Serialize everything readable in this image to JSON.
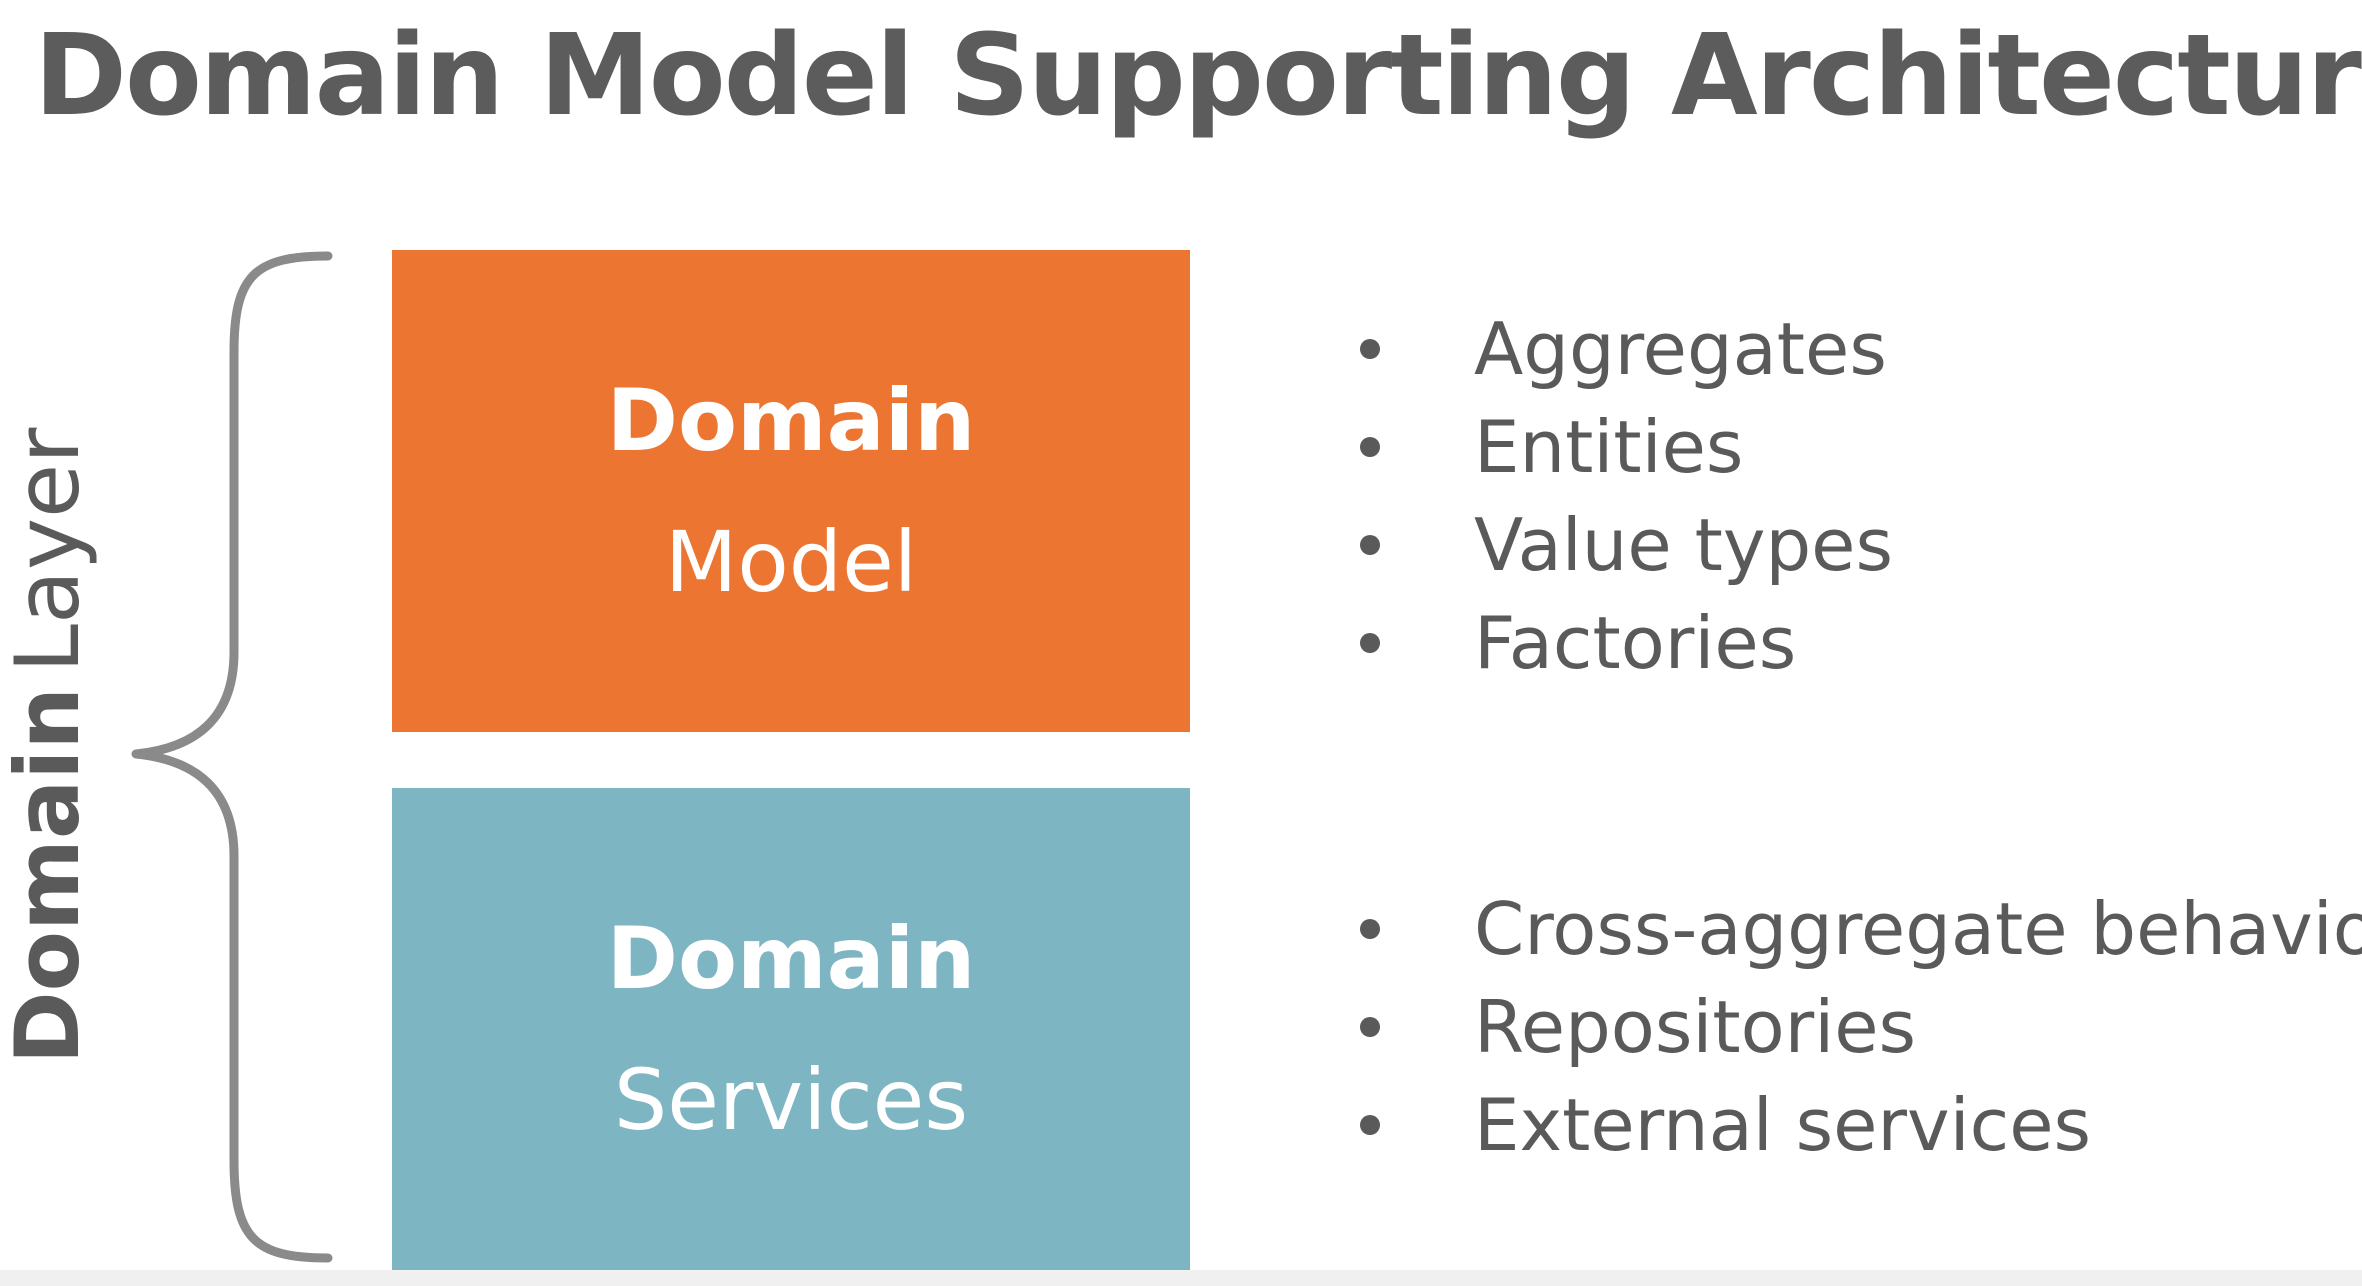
{
  "title": "Domain Model Supporting Architecture",
  "layer_label": {
    "bold": "Domain",
    "light": "Layer"
  },
  "boxes": {
    "model": {
      "title": "Domain",
      "subtitle": "Model",
      "color": "#ec7531"
    },
    "services": {
      "title": "Domain",
      "subtitle": "Services",
      "color": "#7db5c2"
    }
  },
  "lists": {
    "model": [
      "Aggregates",
      "Entities",
      "Value types",
      "Factories"
    ],
    "services": [
      "Cross-aggregate behavior",
      "Repositories",
      "External services"
    ]
  },
  "colors": {
    "text": "#5a5a5a",
    "brace": "#8a8a8a"
  }
}
